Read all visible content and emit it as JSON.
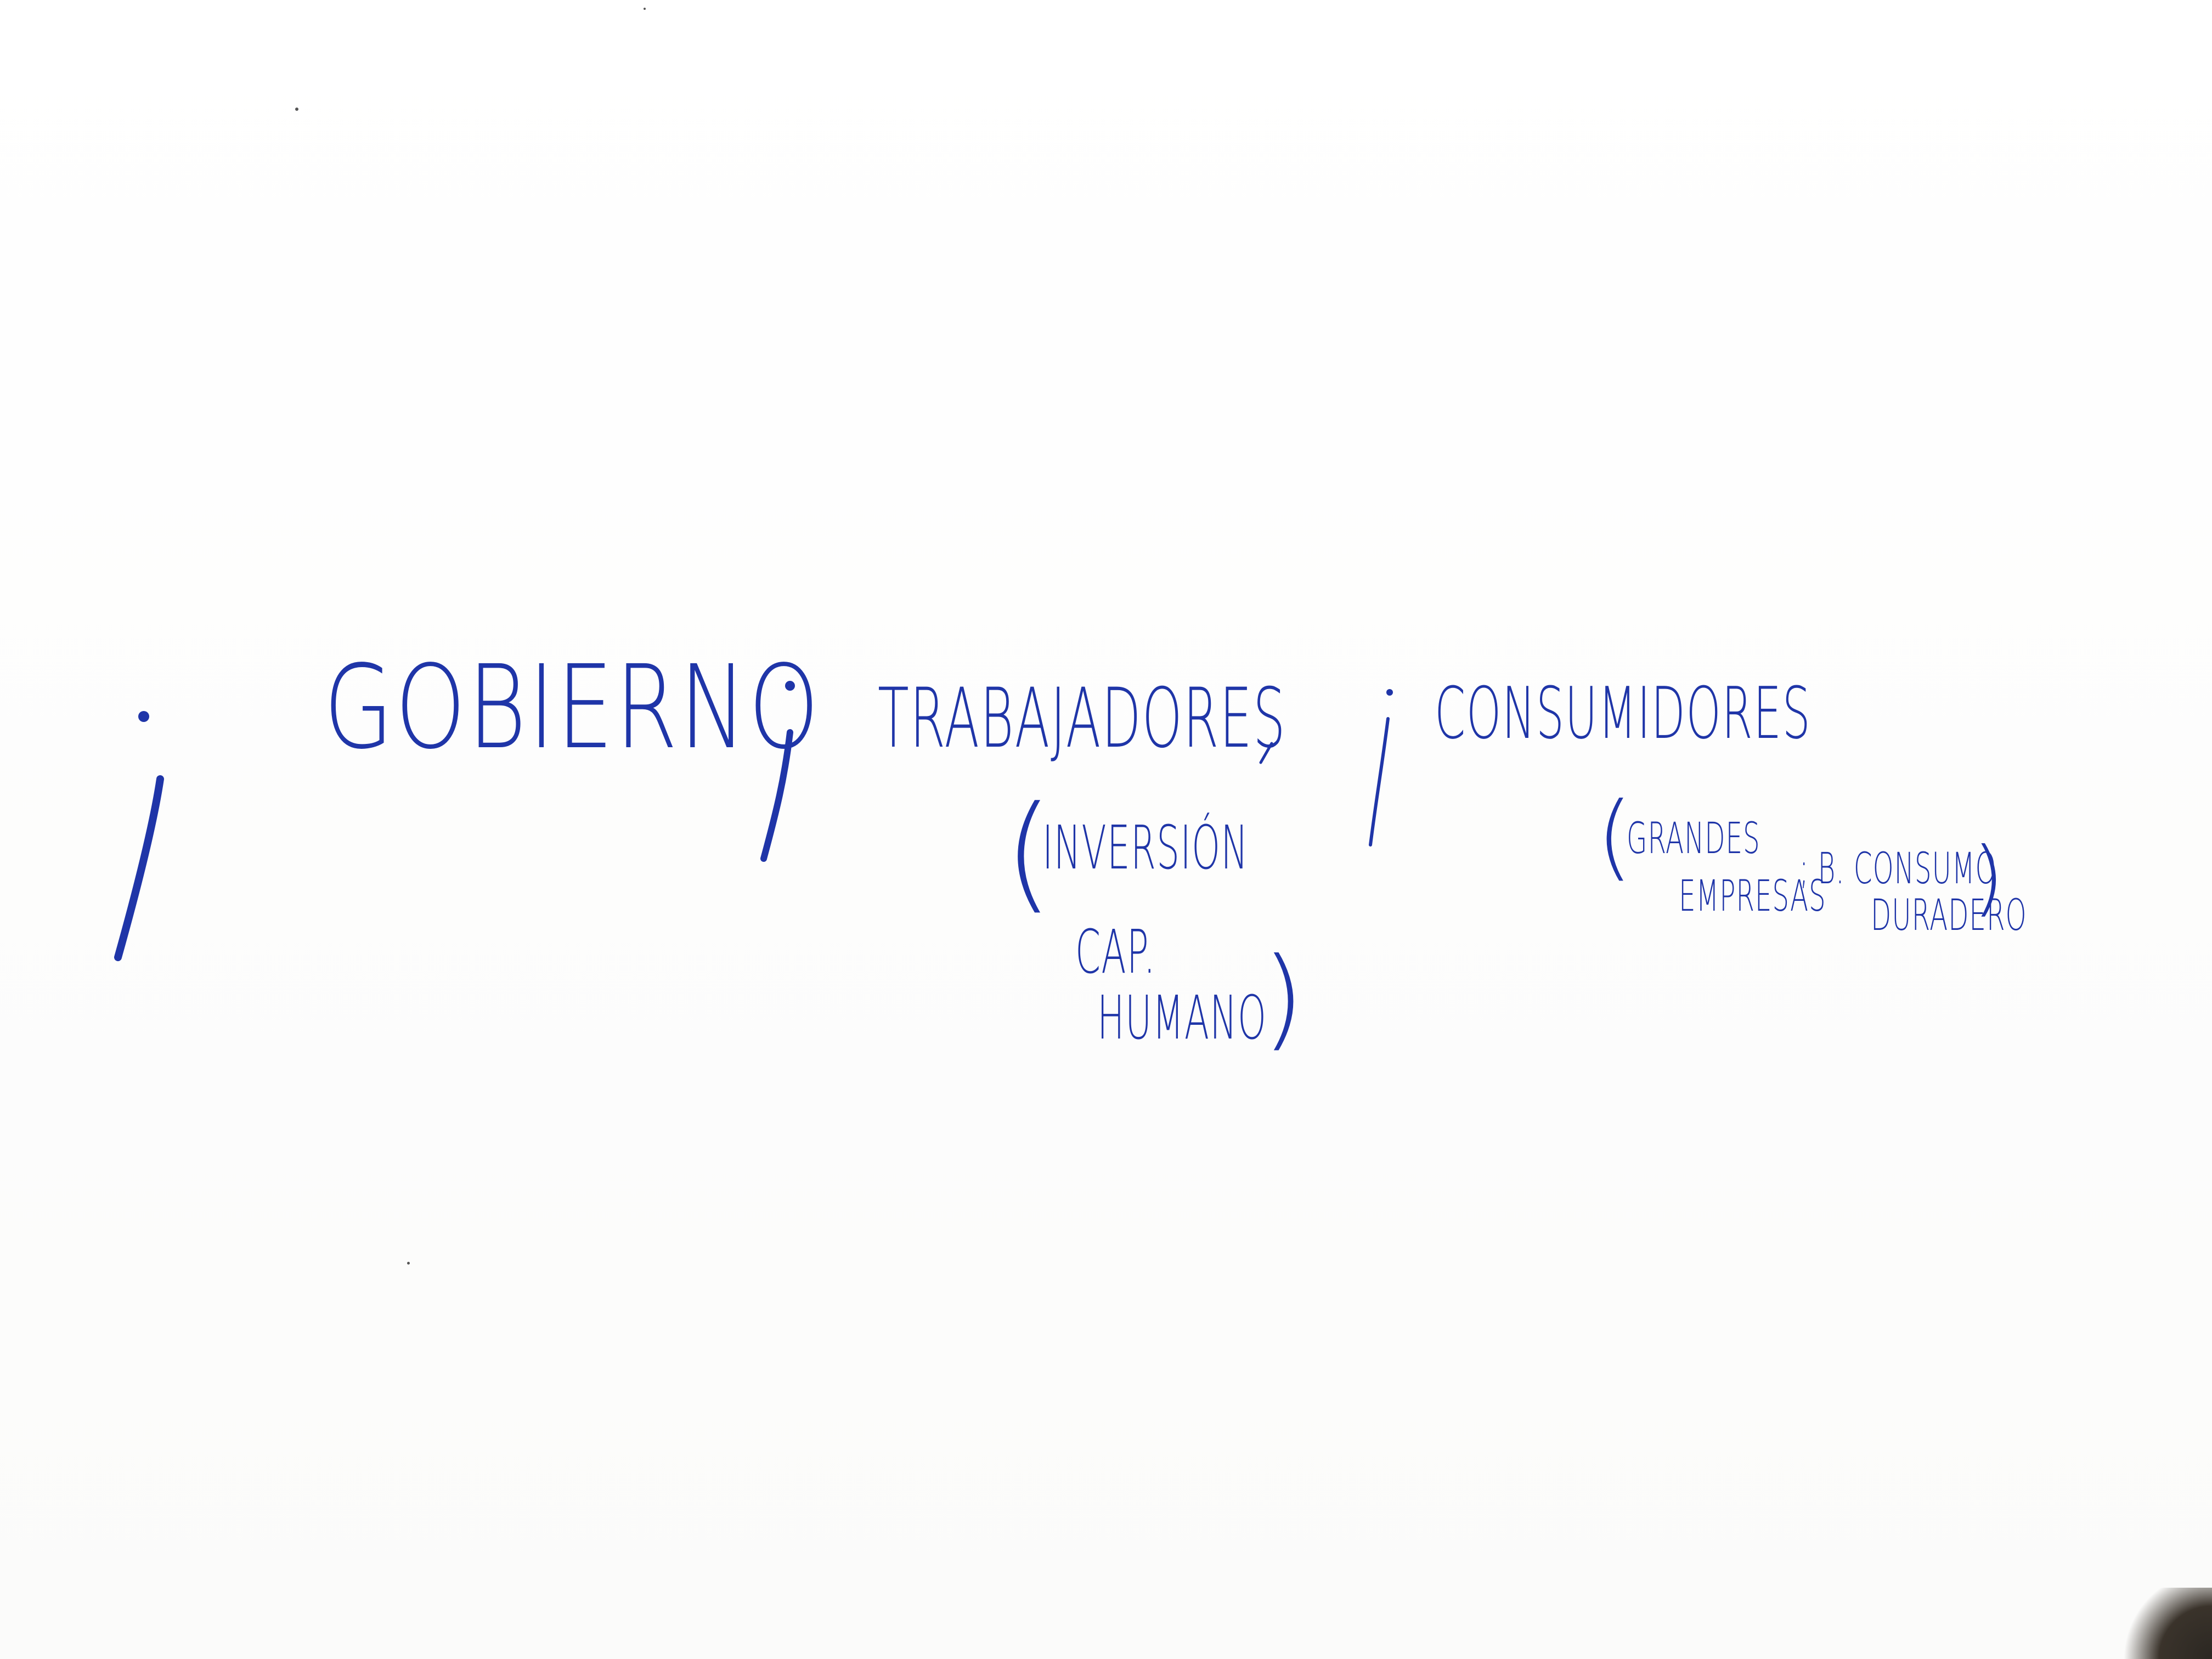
{
  "sheet": {
    "ink_color": "#1f35a8",
    "paper_color": "#fdfdfc"
  },
  "notes": {
    "gobierno": "GOBIERNO",
    "trabajadores": "TRABAJADORES",
    "trabajadores_detail": {
      "line1": "INVERSIÓN",
      "line2": "CAP.",
      "line3": "HUMANO"
    },
    "consumidores": "CONSUMIDORES",
    "consumidores_detail": {
      "line1": "GRANDES",
      "line2": "EMPRESAS",
      "line3": "; B. CONSUMO",
      "line4": "DURADERO"
    }
  }
}
